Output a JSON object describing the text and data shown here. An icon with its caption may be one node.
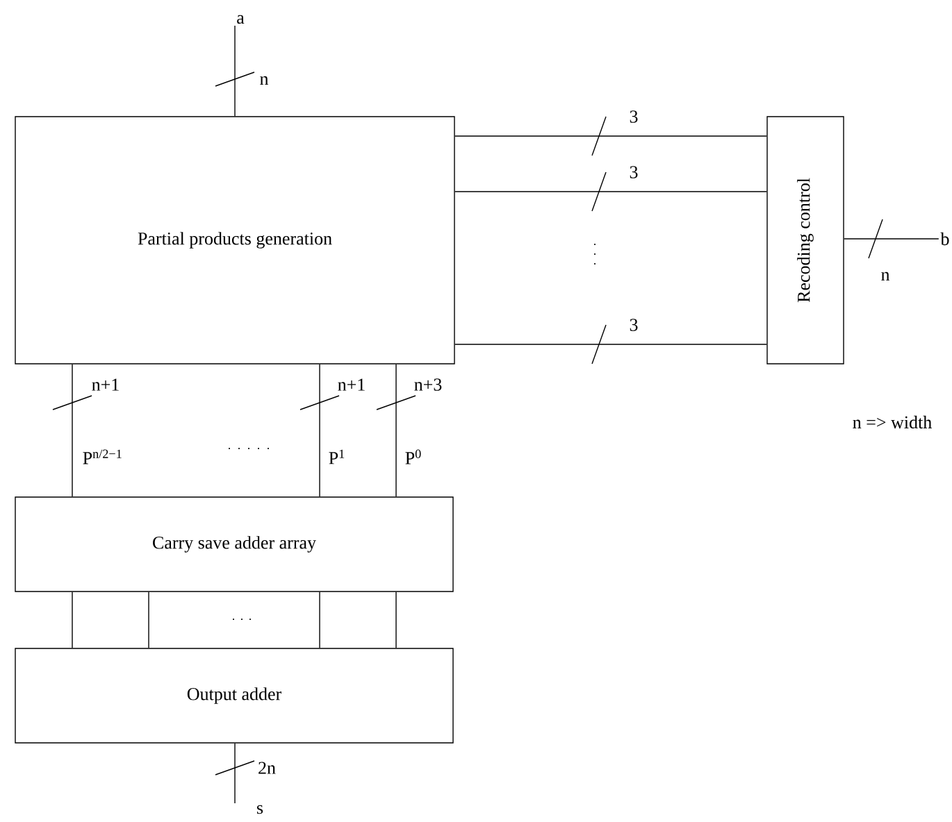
{
  "diagram": {
    "nodes": [
      {
        "text": [
          "Partial products generation"
        ]
      },
      {
        "text": [
          "Recoding control"
        ]
      },
      {
        "text": [
          "Carry save adder array"
        ]
      },
      {
        "text": [
          "Output adder"
        ]
      },
      {
        "text": [
          "a"
        ]
      },
      {
        "text": [
          "b"
        ]
      },
      {
        "text": [
          "s"
        ]
      }
    ],
    "edges": [
      {
        "from": 4,
        "to": 0,
        "arrow": "none",
        "label": "n"
      },
      {
        "from": 0,
        "to": 1,
        "arrow": "none",
        "label": "3"
      },
      {
        "from": 0,
        "to": 1,
        "arrow": "none",
        "label": "3"
      },
      {
        "from": 0,
        "to": 1,
        "arrow": "none",
        "label": "3"
      },
      {
        "from": 1,
        "to": 5,
        "arrow": "none",
        "label": "n"
      },
      {
        "from": 0,
        "to": 2,
        "arrow": "none",
        "label": "n+1"
      },
      {
        "from": 0,
        "to": 2,
        "arrow": "none",
        "label": "n+1"
      },
      {
        "from": 0,
        "to": 2,
        "arrow": "none",
        "label": "n+3"
      },
      {
        "from": 2,
        "to": 3,
        "arrow": "none"
      },
      {
        "from": 2,
        "to": 3,
        "arrow": "none"
      },
      {
        "from": 2,
        "to": 3,
        "arrow": "none"
      },
      {
        "from": 2,
        "to": 3,
        "arrow": "none"
      },
      {
        "from": 3,
        "to": 6,
        "arrow": "none",
        "label": "2n"
      }
    ],
    "labels": [
      "P$^{n/2−1}$",
      "P$^{1}$",
      "P$^{0}$",
      "n => width"
    ]
  }
}
